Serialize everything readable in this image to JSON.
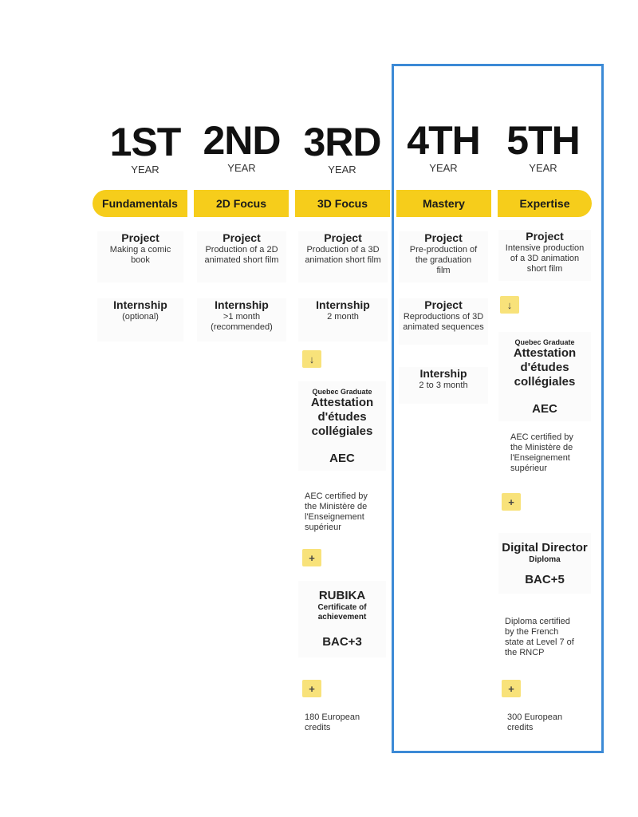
{
  "years": [
    {
      "num": "1ST",
      "label": "YEAR",
      "focus": "Fundamentals"
    },
    {
      "num": "2ND",
      "label": "YEAR",
      "focus": "2D Focus"
    },
    {
      "num": "3RD",
      "label": "YEAR",
      "focus": "3D Focus"
    },
    {
      "num": "4TH",
      "label": "YEAR",
      "focus": "Mastery"
    },
    {
      "num": "5TH",
      "label": "YEAR",
      "focus": "Expertise"
    }
  ],
  "col1": {
    "project": {
      "title": "Project",
      "desc": "Making a comic\nbook"
    },
    "internship": {
      "title": "Internship",
      "desc": "(optional)"
    }
  },
  "col2": {
    "project": {
      "title": "Project",
      "desc": "Production of a 2D\nanimated short film"
    },
    "internship": {
      "title": "Internship",
      "desc": ">1 month\n(recommended)"
    }
  },
  "col3": {
    "project": {
      "title": "Project",
      "desc": "Production of a 3D\nanimation short film"
    },
    "internship": {
      "title": "Internship",
      "desc": "2 month"
    },
    "arrow": "↓",
    "aec": {
      "small": "Quebec Graduate",
      "title": "Attestation\nd'études\ncollégiales",
      "degree": "AEC"
    },
    "aec_note": "AEC certified by\nthe Ministère de\nl'Enseignement\nsupérieur",
    "plus1": "+",
    "rubika": {
      "title": "RUBIKA",
      "sub": "Certificate of\nachievement",
      "degree": "BAC+3"
    },
    "plus2": "+",
    "credits": "180 European\ncredits"
  },
  "col4": {
    "project1": {
      "title": "Project",
      "desc": "Pre-production of\nthe graduation\nfilm"
    },
    "project2": {
      "title": "Project",
      "desc": "Reproductions of 3D\nanimated sequences"
    },
    "internship": {
      "title": "Intership",
      "desc": "2 to 3 month"
    }
  },
  "col5": {
    "project": {
      "title": "Project",
      "desc": "Intensive production\nof a 3D animation\nshort film"
    },
    "arrow": "↓",
    "aec": {
      "small": "Quebec Graduate",
      "title": "Attestation\nd'études\ncollégiales",
      "degree": "AEC"
    },
    "aec_note": "AEC certified by\nthe Ministère de\nl'Enseignement\nsupérieur",
    "plus1": "+",
    "director": {
      "title": "Digital Director",
      "sub": "Diploma",
      "degree": "BAC+5"
    },
    "diploma_note": "Diploma certified\nby the French\nstate at Level 7 of\nthe RNCP",
    "plus2": "+",
    "credits": "300 European\ncredits"
  },
  "colors": {
    "accent": "#f6cd1b",
    "highlight_border": "#3c8ad6",
    "button": "#f8e27a"
  }
}
